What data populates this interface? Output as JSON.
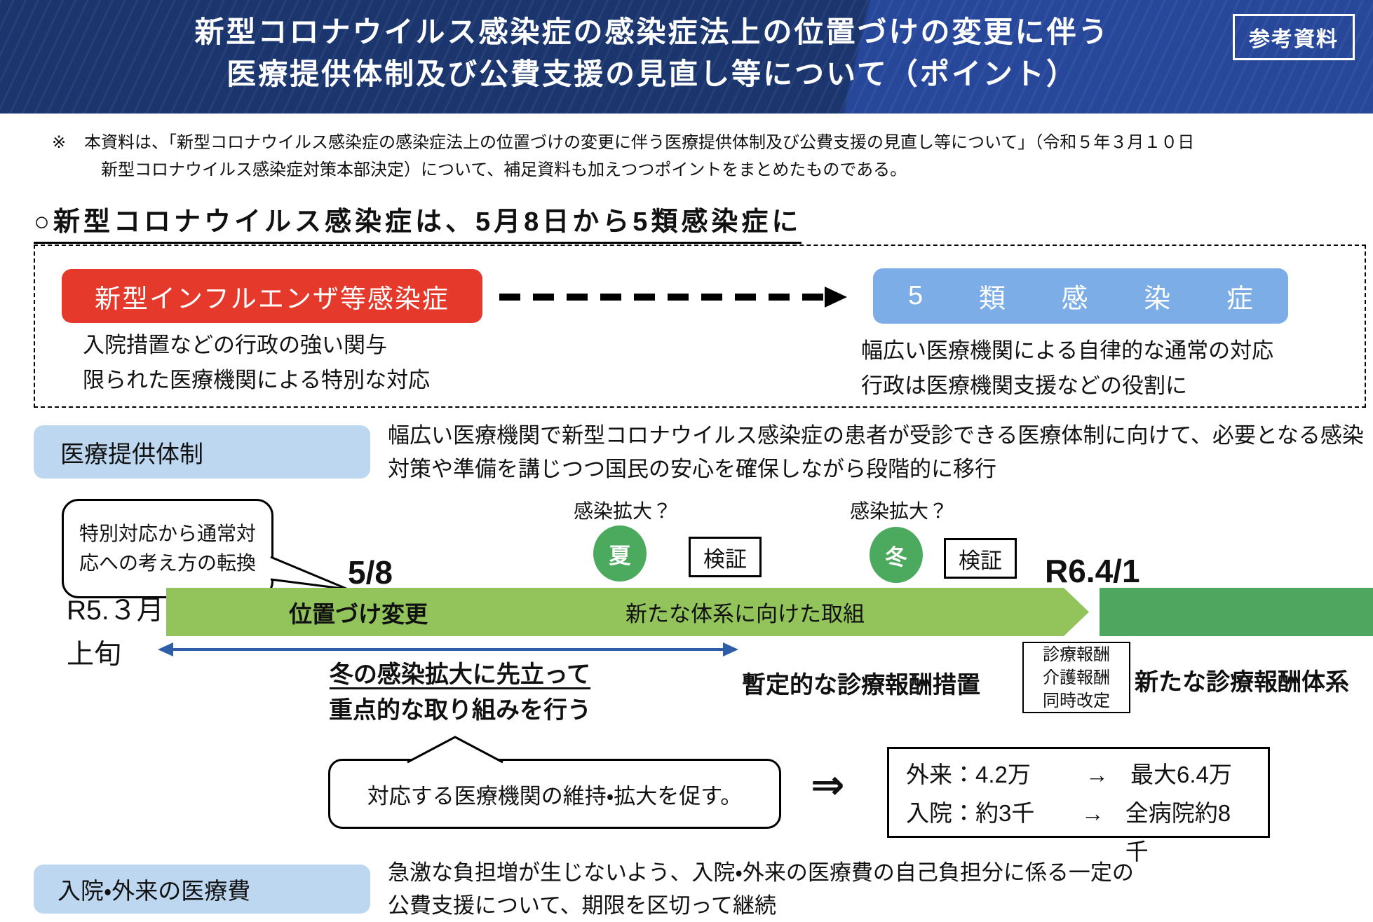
{
  "header": {
    "title_line1": "新型コロナウイルス感染症の感染症法上の位置づけの変更に伴う",
    "title_line2": "医療提供体制及び公費支援の見直し等について（ポイント）",
    "badge": "参考資料"
  },
  "note": {
    "marker": "※",
    "line1": "本資料は、「新型コロナウイルス感染症の感染症法上の位置づけの変更に伴う医療提供体制及び公費支援の見直し等について」（令和５年３月１０日",
    "line2": "新型コロナウイルス感染症対策本部決定）について、補足資料も加えつつポイントをまとめたものである。"
  },
  "section_heading": "○新型コロナウイルス感染症は、5月8日から5類感染症に",
  "transition_box": {
    "before_label": "新型インフルエンザ等感染症",
    "before_desc_line1": "入院措置などの行政の強い関与",
    "before_desc_line2": "限られた医療機関による特別な対応",
    "after_label_chars": [
      "5",
      "類",
      "感",
      "染",
      "症"
    ],
    "after_desc_line1": "幅広い医療機関による自律的な通常の対応",
    "after_desc_line2": "行政は医療機関支援などの役割に"
  },
  "medical_system": {
    "label": "医療提供体制",
    "desc": "幅広い医療機関で新型コロナウイルス感染症の患者が受診できる医療体制に向けて、必要となる感染対策や準備を講じつつ国民の安心を確保しながら段階的に移行"
  },
  "timeline": {
    "callout_line1": "特別対応から通常対",
    "callout_line2": "応への考え方の転換",
    "date_start": "5/8",
    "date_end": "R6.4/1",
    "start_period_line1": "R5.３月",
    "start_period_line2": "上旬",
    "spread_question1": "感染拡大？",
    "spread_question2": "感染拡大？",
    "summer": "夏",
    "winter": "冬",
    "verify1": "検証",
    "verify2": "検証",
    "bar_label1": "位置づけ変更",
    "bar_label2": "新たな体系に向けた取組",
    "winter_note_line1": "冬の感染拡大に先立って",
    "winter_note_line2": "重点的な取り組みを行う",
    "interim_label": "暫定的な診療報酬措置",
    "revision_box": [
      "診療報酬",
      "介護報酬",
      "同時改定"
    ],
    "new_system_label": "新たな診療報酬体系"
  },
  "maintain": {
    "bubble": "対応する医療機関の維持・拡大を促す。",
    "big_arrow": "⇒",
    "stats": {
      "row1_label": "外来：4.2万",
      "row1_arrow": "→",
      "row1_value": "最大6.4万",
      "row2_label": "入院：約3千",
      "row2_arrow": "→",
      "row2_value": "全病院約8千"
    }
  },
  "medical_cost": {
    "label": "入院・外来の医療費",
    "desc_line1": "急激な負担増が生じないよう、入院・外来の医療費の自己負担分に係る一定の",
    "desc_line2": "公費支援について、期限を区切って継続"
  },
  "colors": {
    "header_bg": "#1b366f",
    "header_bg2": "#27479a",
    "red": "#e5392b",
    "blue_pill": "#7cade6",
    "lightblue": "#bdd7f0",
    "green_light": "#93c45c",
    "green_dark": "#4fa65f",
    "green_circle": "#4caa5e",
    "blue_arrow": "#2e5ea7"
  }
}
